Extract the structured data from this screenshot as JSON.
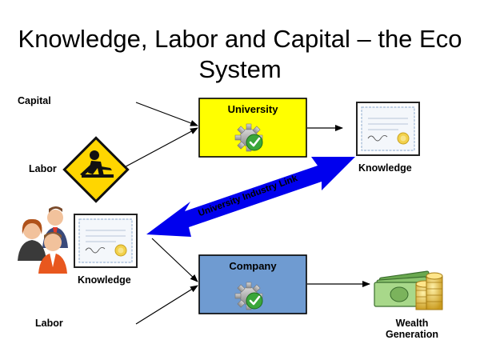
{
  "title": "Knowledge, Labor and Capital – the Eco System",
  "inputs": {
    "capital": "Capital",
    "labor_top": "Labor",
    "labor_bottom": "Labor",
    "knowledge_left": "Knowledge"
  },
  "university": {
    "label": "University",
    "fill": "#ffff00"
  },
  "company": {
    "label": "Company",
    "fill": "#6f9bd1"
  },
  "outputs": {
    "knowledge_right": "Knowledge",
    "wealth_line1": "Wealth",
    "wealth_line2": "Generation"
  },
  "link": {
    "label": "University Industry Link",
    "color": "#0000ee"
  },
  "icons": [
    "construction-worker-icon",
    "gear-check-icon",
    "certificate-icon",
    "people-icon",
    "money-icon"
  ]
}
